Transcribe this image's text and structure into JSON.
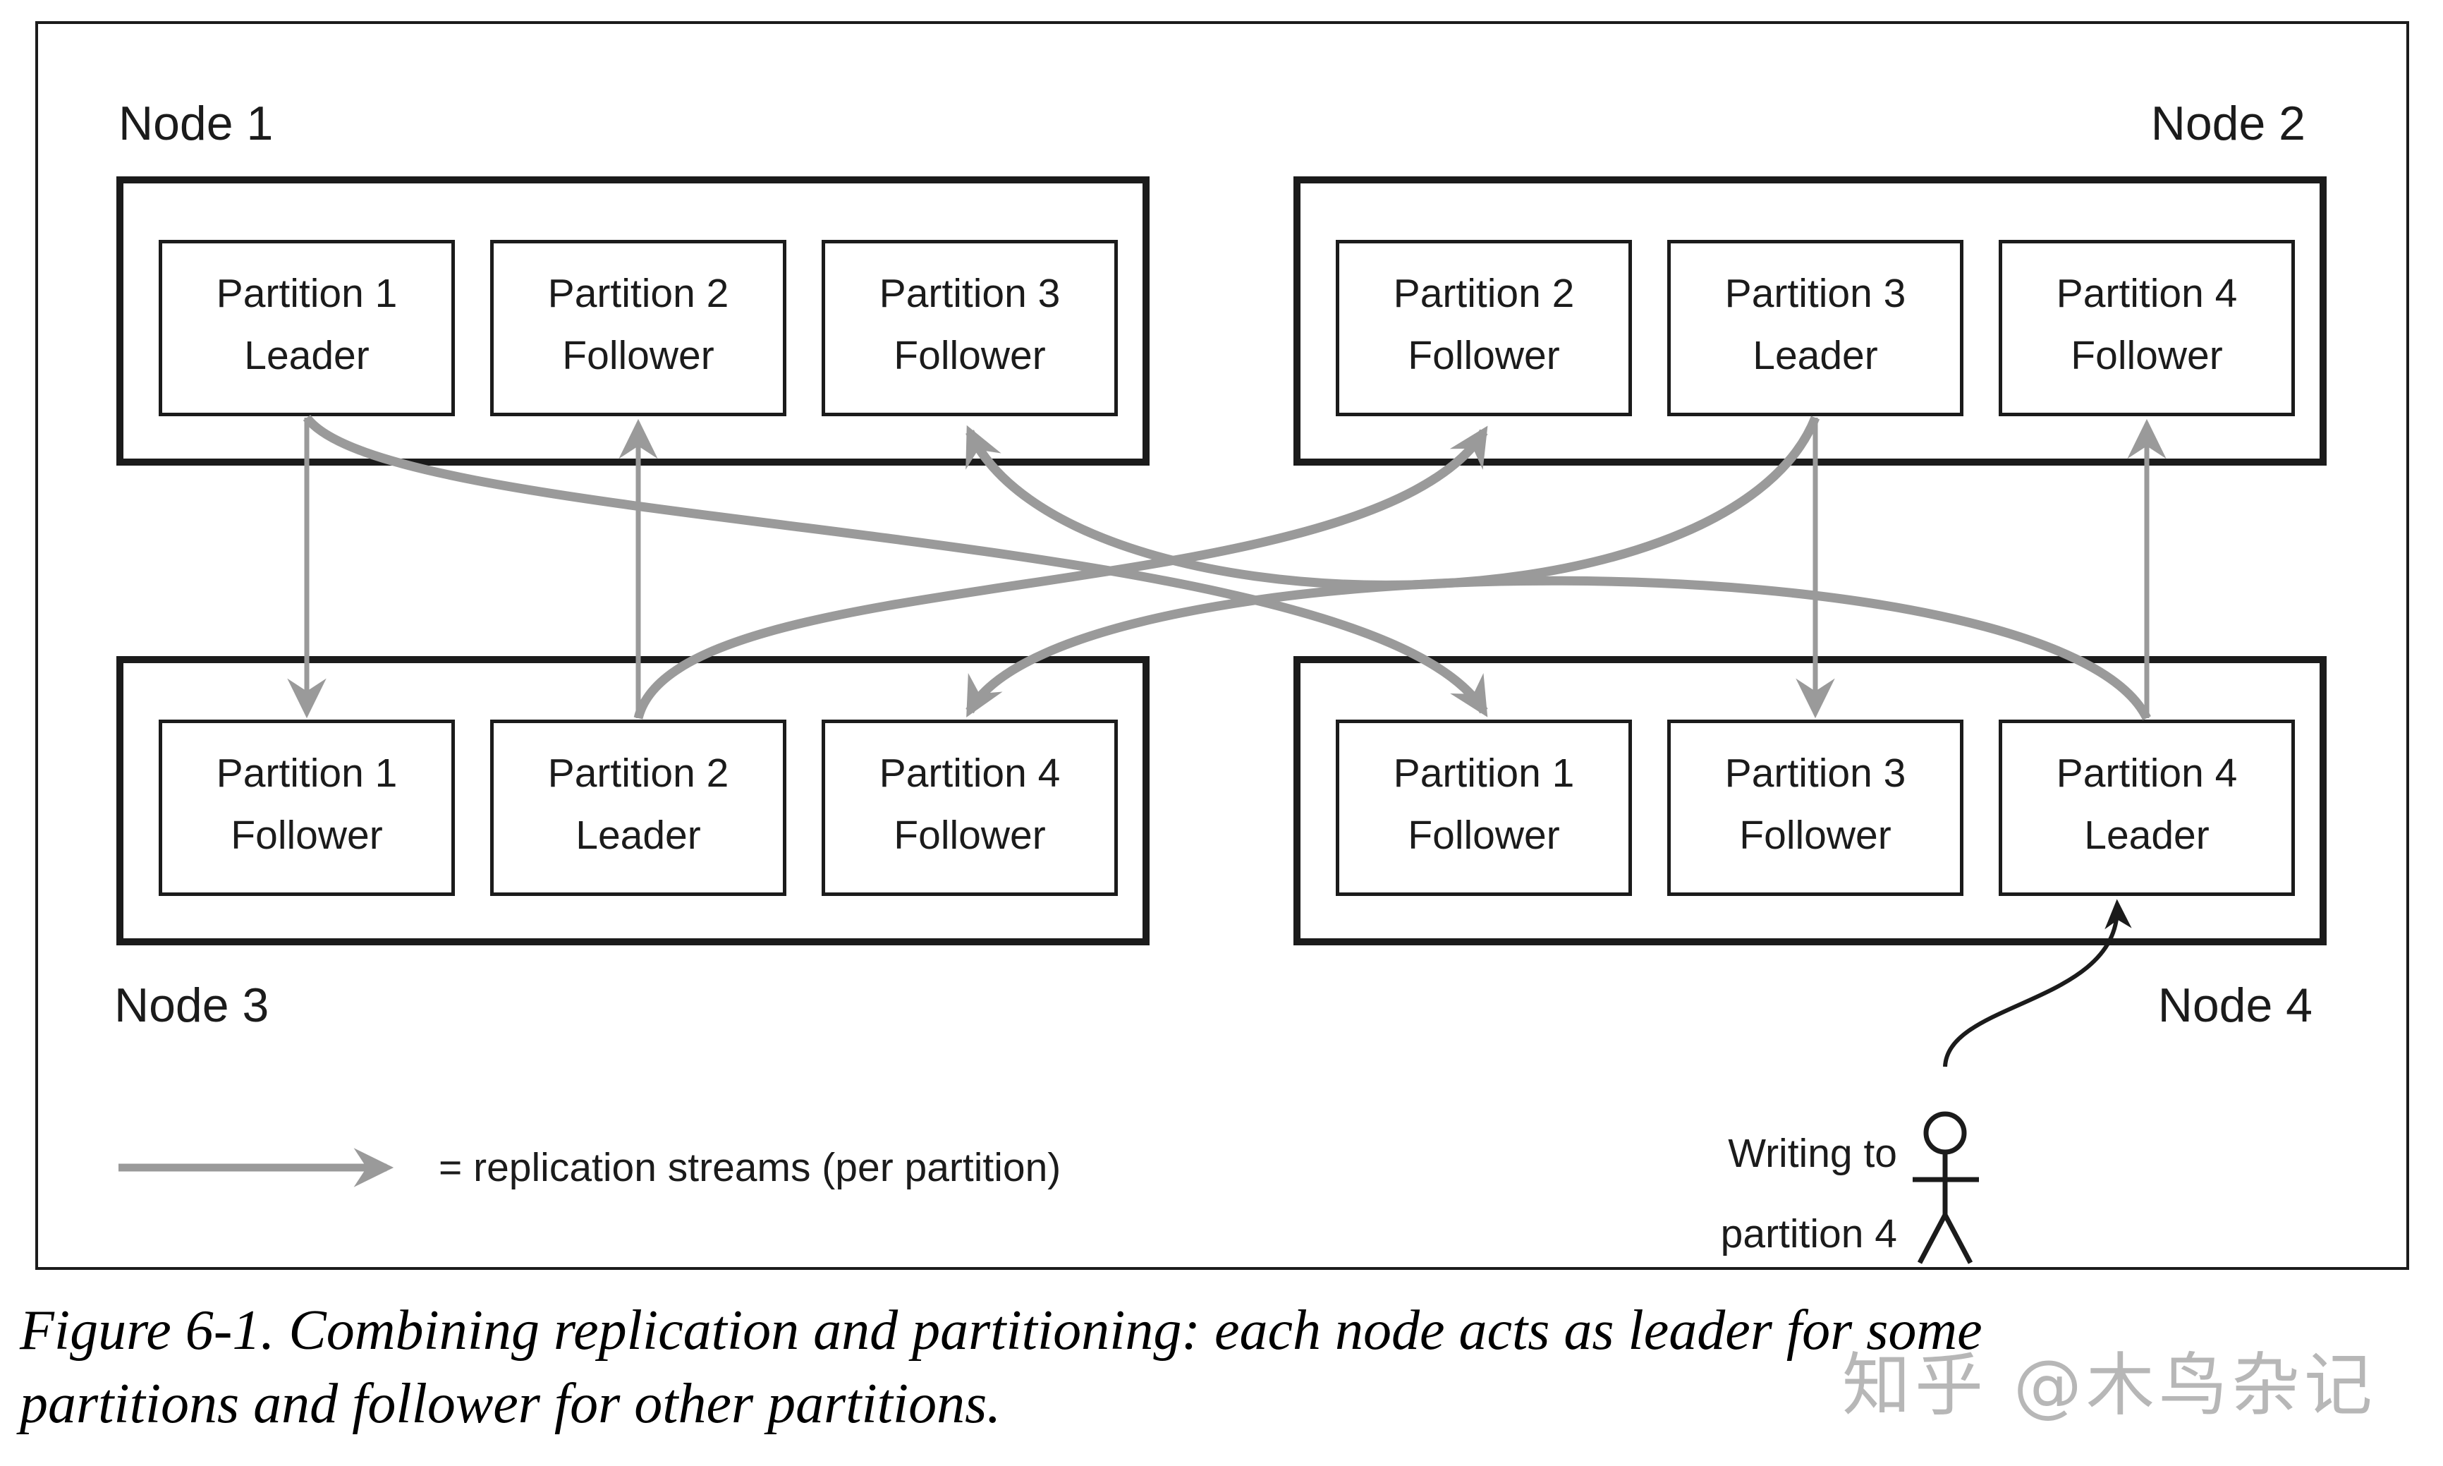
{
  "figure": {
    "nodes": [
      {
        "label": "Node 1",
        "partitions": [
          {
            "name": "Partition 1",
            "role": "Leader"
          },
          {
            "name": "Partition 2",
            "role": "Follower"
          },
          {
            "name": "Partition 3",
            "role": "Follower"
          }
        ]
      },
      {
        "label": "Node 2",
        "partitions": [
          {
            "name": "Partition 2",
            "role": "Follower"
          },
          {
            "name": "Partition 3",
            "role": "Leader"
          },
          {
            "name": "Partition 4",
            "role": "Follower"
          }
        ]
      },
      {
        "label": "Node 3",
        "partitions": [
          {
            "name": "Partition 1",
            "role": "Follower"
          },
          {
            "name": "Partition 2",
            "role": "Leader"
          },
          {
            "name": "Partition 4",
            "role": "Follower"
          }
        ]
      },
      {
        "label": "Node 4",
        "partitions": [
          {
            "name": "Partition 1",
            "role": "Follower"
          },
          {
            "name": "Partition 3",
            "role": "Follower"
          },
          {
            "name": "Partition 4",
            "role": "Leader"
          }
        ]
      }
    ],
    "legend": {
      "text": "= replication streams (per partition)"
    },
    "annotation": {
      "line1": "Writing to",
      "line2": "partition 4",
      "icon": "stick-figure"
    },
    "replication_streams": [
      {
        "partition": "Partition 1",
        "from": "Node 1",
        "to": "Node 3",
        "shape": "straight"
      },
      {
        "partition": "Partition 1",
        "from": "Node 1",
        "to": "Node 4",
        "shape": "curved"
      },
      {
        "partition": "Partition 2",
        "from": "Node 3",
        "to": "Node 1",
        "shape": "straight"
      },
      {
        "partition": "Partition 2",
        "from": "Node 3",
        "to": "Node 2",
        "shape": "curved"
      },
      {
        "partition": "Partition 3",
        "from": "Node 2",
        "to": "Node 4",
        "shape": "straight"
      },
      {
        "partition": "Partition 3",
        "from": "Node 2",
        "to": "Node 1",
        "shape": "curved"
      },
      {
        "partition": "Partition 4",
        "from": "Node 4",
        "to": "Node 2",
        "shape": "straight"
      },
      {
        "partition": "Partition 4",
        "from": "Node 4",
        "to": "Node 3",
        "shape": "curved"
      }
    ],
    "writer_arrow": {
      "from": "stick-figure",
      "to": "Partition 4 Leader (Node 4)"
    },
    "colors": {
      "arrow_gray": "#9a9a9a",
      "line_black": "#1b1b1b",
      "watermark_gray": "#b7b7b7"
    }
  },
  "caption": {
    "line1": "Figure 6-1. Combining replication and partitioning: each node acts as leader for some",
    "line2": "partitions and follower for other partitions."
  },
  "watermark": {
    "text": "知乎 @木鸟杂记"
  }
}
